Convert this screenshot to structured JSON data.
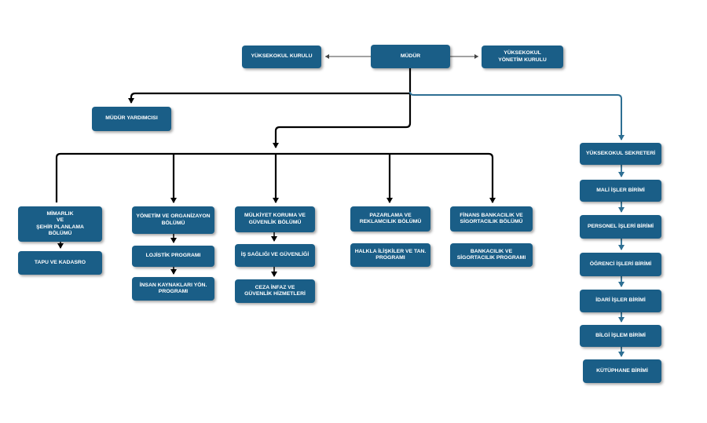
{
  "nodes": {
    "mudur": "MÜDÜR",
    "yuksekokul_kurulu": "YÜKSEKOKUL KURULU",
    "yuksekokul_yonetim_kurulu": "YÜKSEKOKUL\nYÖNETİM KURULU",
    "mudur_yardimcisi": "MÜDÜR YARDIMCISI",
    "mimarlik": "MİMARLIK\nVE\nŞEHİR PLANLAMA\nBÖLÜMÜ",
    "tapu_kadastro": "TAPU VE KADASRO",
    "yonetim_organizasyon": "YÖNETİM VE ORGANİZAYON\nBÖLÜMÜ",
    "lojistik": "LOJİSTİK PROGRAMI",
    "insan_kaynaklari": "İNSAN KAYNAKLARI YÖN.\nPROGRAMI",
    "mulkiyet_koruma": "MÜLKİYET KORUMA VE\nGÜVENLİK BÖLÜMÜ",
    "is_sagligi": "İŞ SAĞLIĞI VE GÜVENLİĞİ",
    "ceza_infaz": "CEZA İNFAZ VE\nGÜVENLİK HİZMETLERİ",
    "pazarlama": "PAZARLAMA VE\nREKLAMCILIK BÖLÜMÜ",
    "halkla_iliskiler": "HALKLA İLİŞKİLER VE TAN.\nPROGRAMI",
    "finans": "FİNANS BANKACILIK VE\nSİGORTACILIK BÖLÜMÜ",
    "bankacilik": "BANKACILIK VE\nSİGORTACILIK PROGRAMI",
    "sekreter": "YÜKSEKOKUL SEKRETERİ",
    "mali_isler": "MALİ İŞLER BİRİMİ",
    "personel": "PERSONEL İŞLERİ BİRİMİ",
    "ogrenci": "ÖĞRENCİ İŞLERİ BİRİMİ",
    "idari": "İDARİ İŞLER  BİRİMİ",
    "bilgi_islem": "BİLGİ İŞLEM BİRİMİ",
    "kutuphane": "KÜTÜPHANE BİRİMİ"
  },
  "colors": {
    "box": "#1a5e87",
    "connector_dark": "#000000",
    "connector_blue": "#2e6f93",
    "connector_thin": "#444444"
  }
}
